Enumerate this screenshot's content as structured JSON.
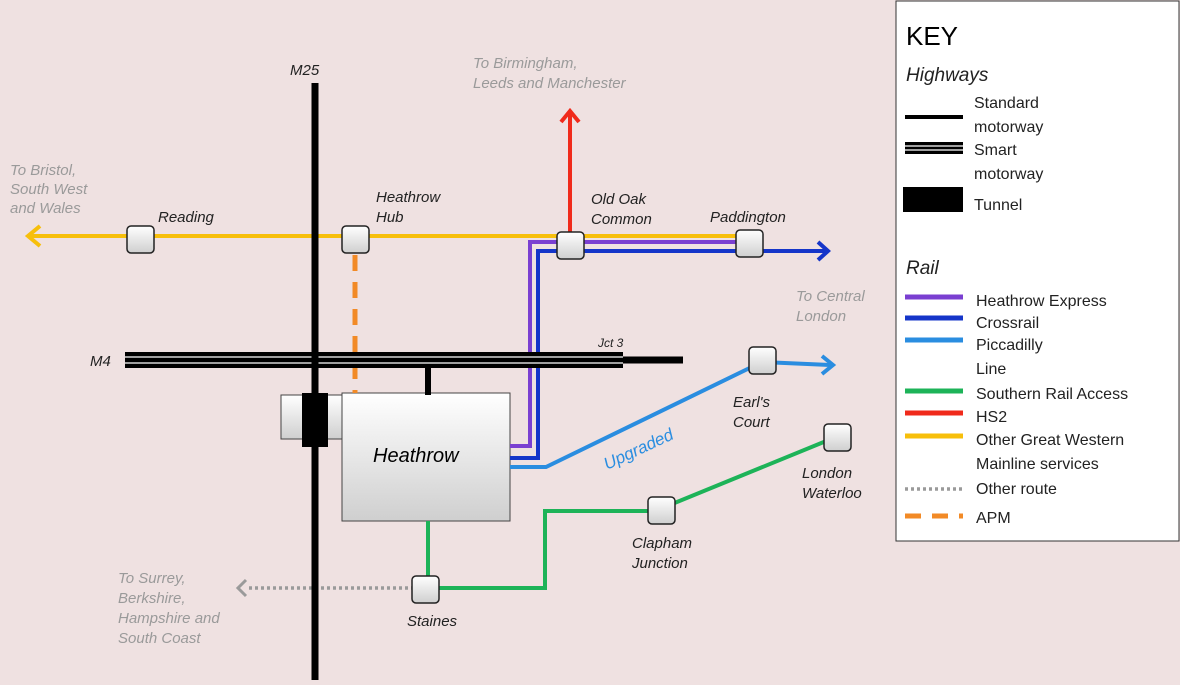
{
  "labels": {
    "m25": "M25",
    "m4": "M4",
    "jct3": "Jct 3",
    "heathrow": "Heathrow",
    "upgraded": "Upgraded",
    "to_birmingham": [
      "To Birmingham,",
      "Leeds and Manchester"
    ],
    "to_bristol": [
      "To Bristol,",
      "South West",
      "and Wales"
    ],
    "to_central": [
      "To Central",
      "London"
    ],
    "to_surrey": [
      "To Surrey,",
      "Berkshire,",
      "Hampshire and",
      "South Coast"
    ]
  },
  "stations": {
    "reading": [
      "Reading"
    ],
    "heathrow_hub": [
      "Heathrow",
      "Hub"
    ],
    "old_oak": [
      "Old Oak",
      "Common"
    ],
    "paddington": [
      "Paddington"
    ],
    "earls_court": [
      "Earl's",
      "Court"
    ],
    "london_waterloo": [
      "London",
      "Waterloo"
    ],
    "clapham": [
      "Clapham",
      "Junction"
    ],
    "staines": [
      "Staines"
    ]
  },
  "key": {
    "title": "KEY",
    "highways_heading": "Highways",
    "highways": [
      {
        "lines": [
          "Standard",
          "motorway"
        ],
        "style": "standard"
      },
      {
        "lines": [
          "Smart",
          "motorway"
        ],
        "style": "smart"
      },
      {
        "lines": [
          "Tunnel"
        ],
        "style": "tunnel"
      }
    ],
    "rail_heading": "Rail",
    "rail": [
      {
        "lines": [
          "Heathrow Express"
        ],
        "color": "#7a3fd1",
        "style": "solid"
      },
      {
        "lines": [
          "Crossrail"
        ],
        "color": "#1535c9",
        "style": "solid"
      },
      {
        "lines": [
          "Piccadilly",
          "Line"
        ],
        "color": "#2a8de0",
        "style": "solid"
      },
      {
        "lines": [
          "Southern Rail Access"
        ],
        "color": "#1db358",
        "style": "solid"
      },
      {
        "lines": [
          "HS2"
        ],
        "color": "#f02a1b",
        "style": "solid"
      },
      {
        "lines": [
          "Other Great Western",
          "Mainline services"
        ],
        "color": "#f7bf0b",
        "style": "solid"
      },
      {
        "lines": [
          "Other route"
        ],
        "color": "#9a9a9a",
        "style": "dotted"
      },
      {
        "lines": [
          "APM"
        ],
        "color": "#f28a26",
        "style": "dashed"
      }
    ]
  },
  "colors": {
    "background": "#efe1e1",
    "heathrow_express": "#7a3fd1",
    "crossrail": "#1535c9",
    "piccadilly": "#2a8de0",
    "southern": "#1db358",
    "hs2": "#f02a1b",
    "great_western": "#f7bf0b",
    "other_route": "#9a9a9a",
    "apm": "#f28a26"
  }
}
